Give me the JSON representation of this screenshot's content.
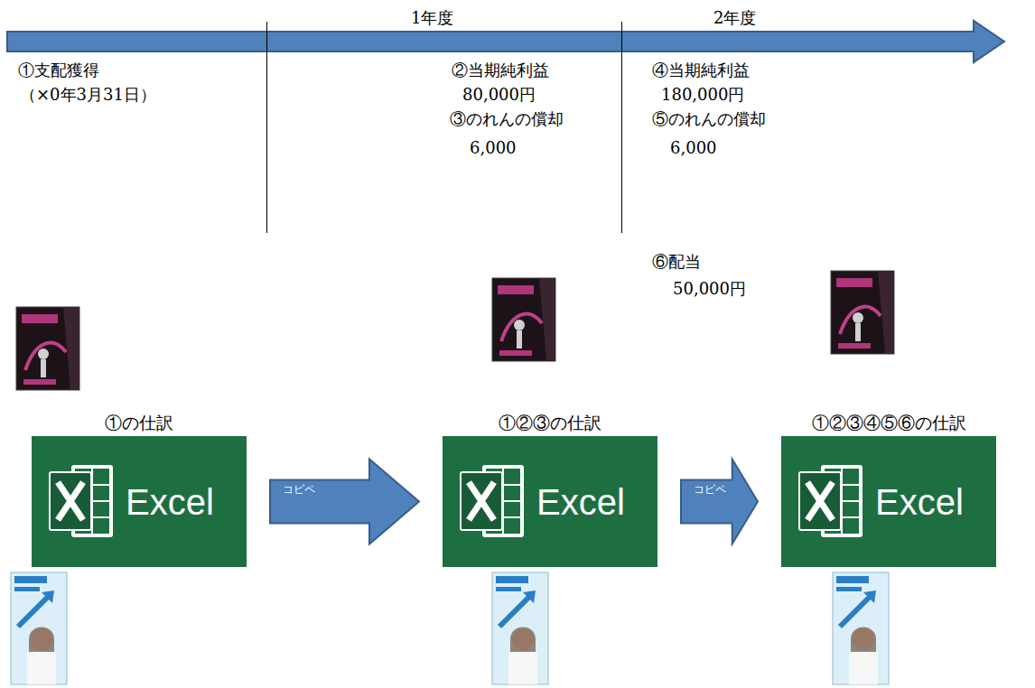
{
  "diagram": {
    "nodes": [
      {
        "text": [
          "①の仕訳",
          "Excel"
        ]
      },
      {
        "text": [
          "①②③の仕訳",
          "Excel"
        ]
      },
      {
        "text": [
          "①②③④⑤⑥の仕訳",
          "Excel"
        ]
      }
    ],
    "edges": [
      {
        "from": 0,
        "to": 1,
        "label": "コピペ",
        "arrow": "to"
      },
      {
        "from": 1,
        "to": 2,
        "label": "コピペ",
        "arrow": "to"
      }
    ],
    "labels": [
      "1年度",
      "2年度",
      "①支配獲得",
      "（×0年3月31日）",
      "②当期純利益",
      "80,000円",
      "③のれんの償却",
      "6,000",
      "④当期純利益",
      "180,000円",
      "⑤のれんの償却",
      "6,000",
      "⑥配当",
      "50,000円"
    ]
  }
}
